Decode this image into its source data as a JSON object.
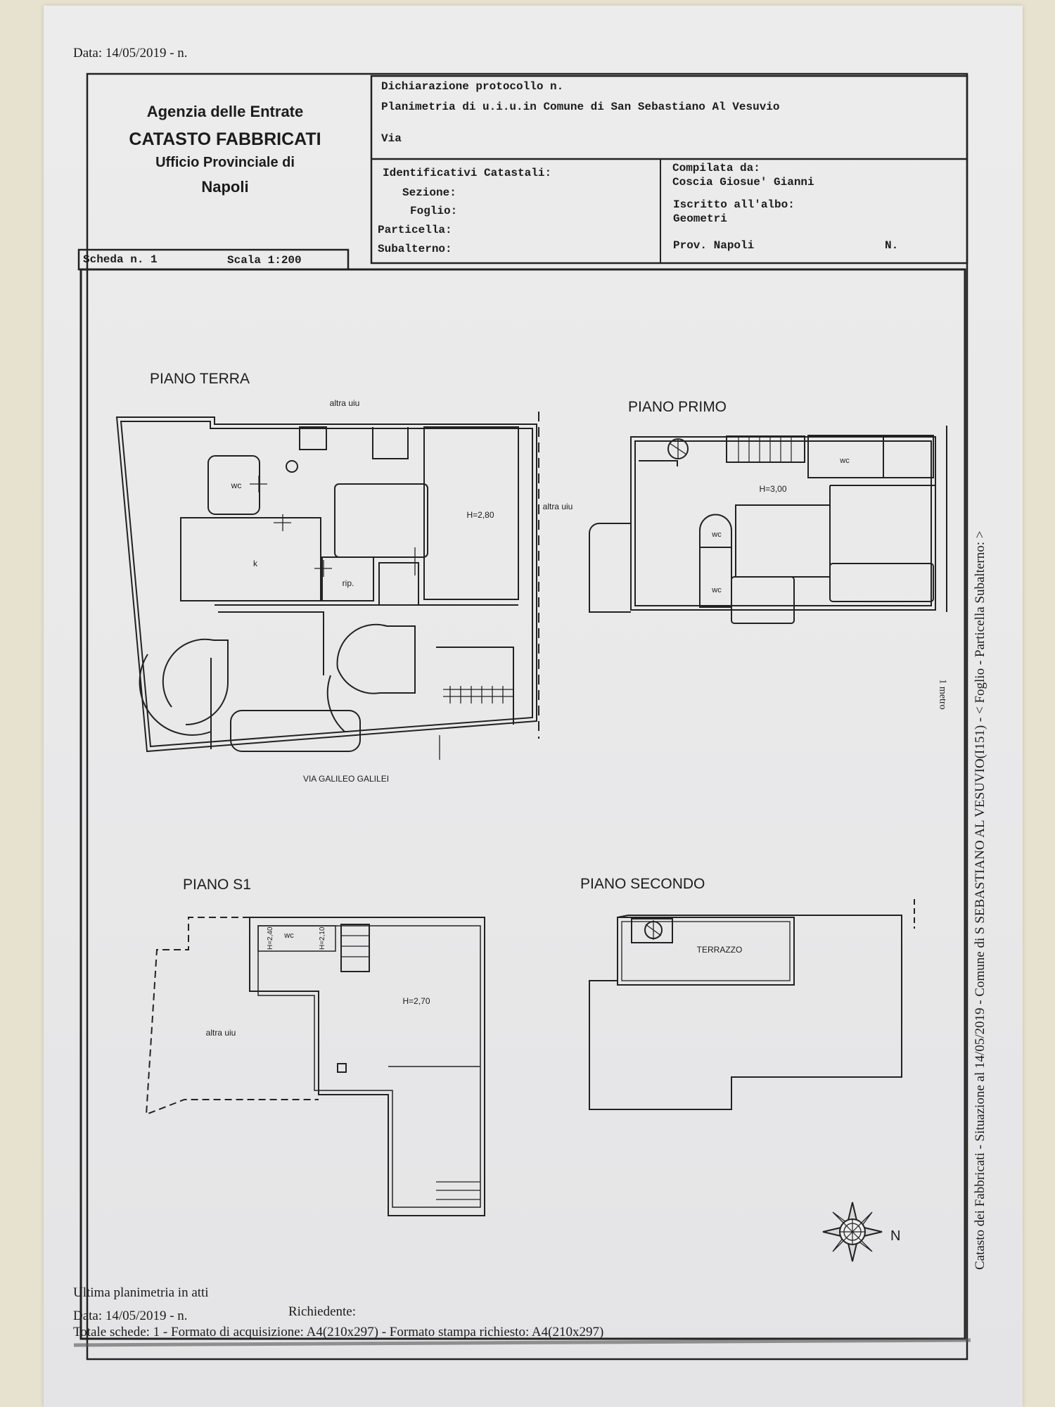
{
  "top_date": "Data: 14/05/2019 - n.",
  "agency": {
    "line1": "Agenzia delle Entrate",
    "line2": "CATASTO FABBRICATI",
    "line3": "Ufficio Provinciale di",
    "line4": "Napoli"
  },
  "header": {
    "protocol": "Dichiarazione protocollo n.",
    "planimetria": "Planimetria di u.i.u.in Comune di San Sebastiano Al Vesuvio",
    "via": "Via",
    "identificativi": "Identificativi Catastali:",
    "sezione": "Sezione:",
    "foglio": "Foglio:",
    "particella": "Particella:",
    "subalterno": "Subalterno:",
    "compilata": "Compilata da:",
    "compilatore": "Coscia Giosue' Gianni",
    "iscritto": "Iscritto all'albo:",
    "albo": "Geometri",
    "prov": "Prov. Napoli",
    "numero": "N."
  },
  "scheda": {
    "label": "Scheda n. 1",
    "scala": "Scala 1:200"
  },
  "plans": {
    "terra": {
      "title": "PIANO TERRA",
      "altra": "altra uiu",
      "wc": "wc",
      "k": "k",
      "rip": "rip.",
      "h": "H=2,80",
      "street": "VIA GALILEO GALILEI"
    },
    "primo": {
      "title": "PIANO PRIMO",
      "altra": "altra uiu",
      "h": "H=3,00",
      "wc1": "wc",
      "wc2": "wc",
      "wc3": "wc"
    },
    "s1": {
      "title": "PIANO S1",
      "h1": "H=2,40",
      "wc": "wc",
      "h2": "H=2,10",
      "h": "H=2,70",
      "altra": "altra uiu"
    },
    "secondo": {
      "title": "PIANO SECONDO",
      "terrazzo": "TERRAZZO"
    }
  },
  "compass": {
    "north": "N",
    "icon": "compass-rose-icon"
  },
  "footer": {
    "ultima": "Ultima planimetria in atti",
    "data": "Data: 14/05/2019 - n.",
    "richiedente": "Richiedente:",
    "totale": "Totale schede: 1 - Formato di acquisizione: A4(210x297)  - Formato stampa richiesto: A4(210x297)"
  },
  "side_text": "Catasto dei Fabbricati - Situazione al 14/05/2019 - Comune di S SEBASTIANO AL VESUVIO(I151) - < Foglio   - Particella    Subalterno: >",
  "side_stamp": "1 metro"
}
